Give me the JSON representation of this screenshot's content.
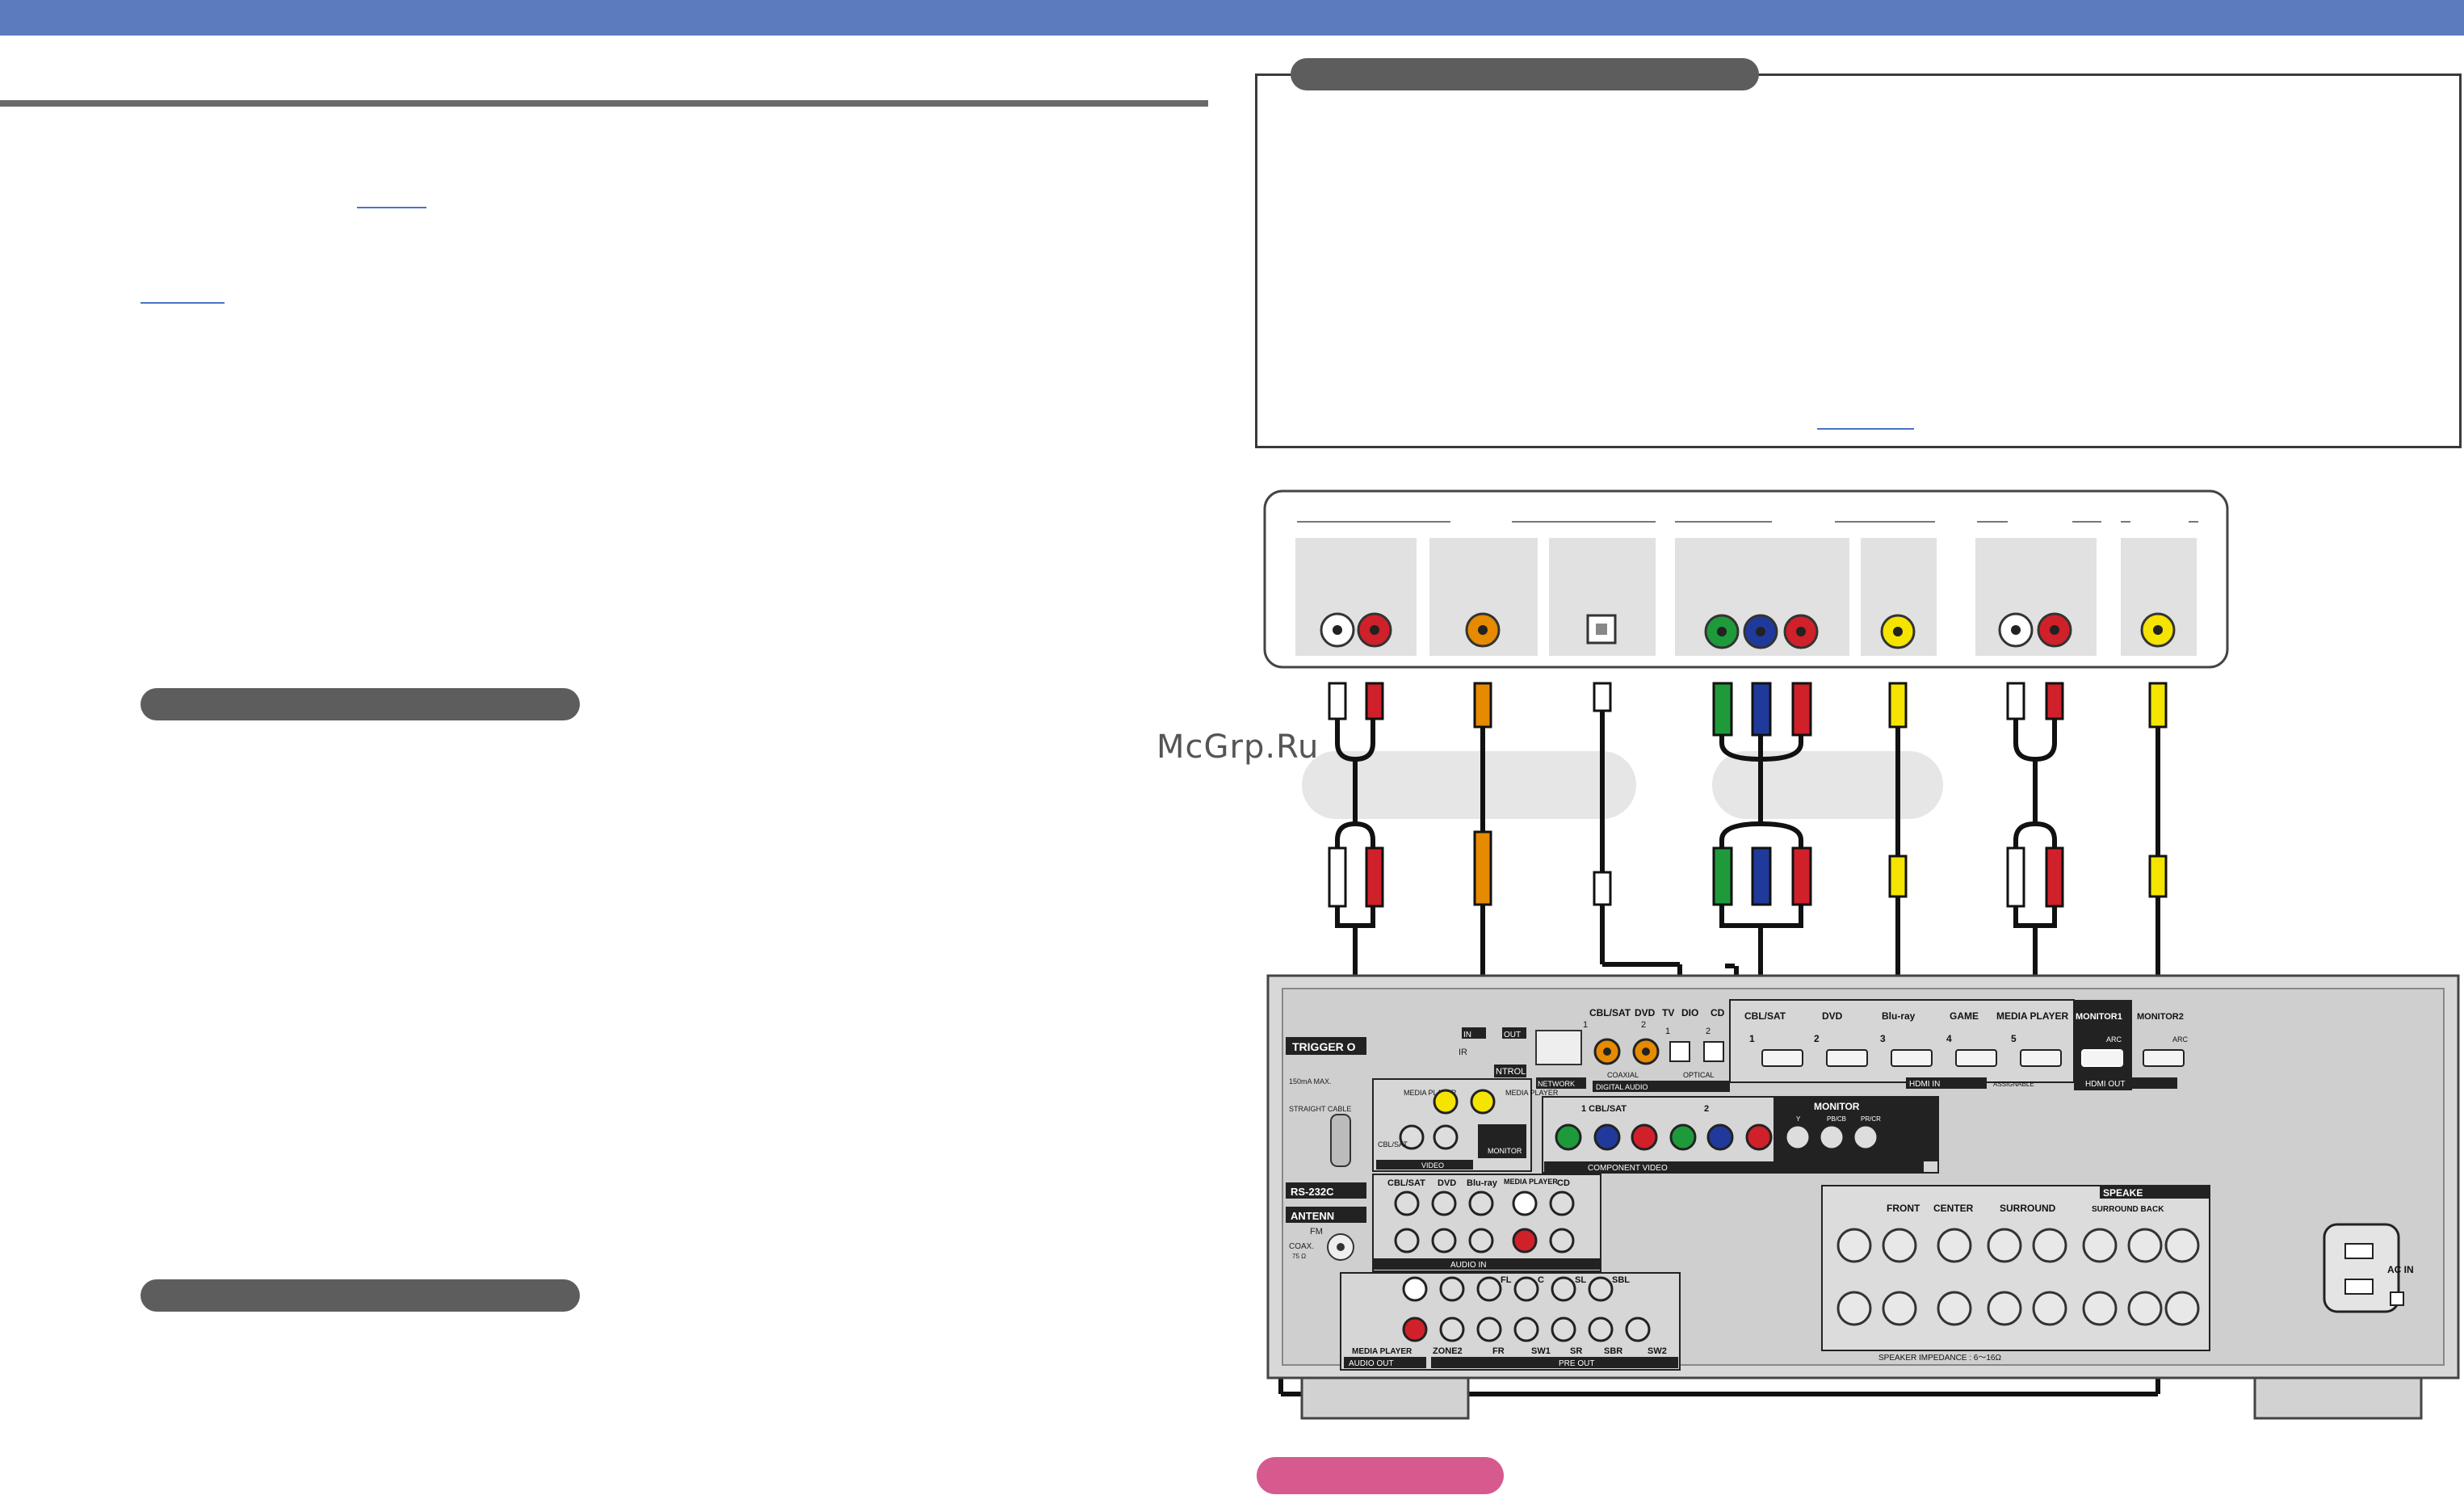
{
  "watermark": "McGrp.Ru",
  "receiver_labels": {
    "trigger": "TRIGGER O",
    "trigger_spec": "150mA MAX.",
    "straight_cable": "STRAIGHT CABLE",
    "rs232": "RS-232C",
    "antenna": "ANTENN",
    "fm": "FM",
    "coax": "COAX.",
    "ohm": "75 Ω",
    "in": "IN",
    "out": "OUT",
    "ir": "IR",
    "control": "NTROL",
    "network": "NETWORK",
    "coaxial_in": "CBL/SAT",
    "coaxial_1": "1",
    "dvd": "DVD",
    "dvd_2": "2",
    "coaxial": "COAXIAL",
    "tv": "TV",
    "dio": "DIO",
    "cd": "CD",
    "optical_1": "1",
    "optical_2": "2",
    "optical": "OPTICAL",
    "digital_audio": "DIGITAL AUDIO",
    "hdmi_cbl": "CBL/SAT",
    "hdmi_dvd": "DVD",
    "hdmi_bluray": "Blu-ray",
    "hdmi_game": "GAME",
    "hdmi_mp": "MEDIA PLAYER",
    "hdmi_n1": "1",
    "hdmi_n2": "2",
    "hdmi_n3": "3",
    "hdmi_n4": "4",
    "hdmi_n5": "5",
    "hdmi_in": "HDMI IN",
    "assignable": "ASSIGNABLE",
    "monitor1": "MONITOR1",
    "monitor2": "MONITOR2",
    "arc": "ARC",
    "hdmi_out": "HDMI OUT",
    "media_player": "MEDIA PLAYER",
    "monitor": "MONITOR",
    "video": "VIDEO",
    "cbl_sat": "CBL/SAT",
    "comp_1": "1 CBL/SAT",
    "comp_2": "2",
    "comp_monitor": "MONITOR",
    "comp_y": "Y",
    "comp_pb": "PB/CB",
    "comp_pr": "PR/CR",
    "component_video": "COMPONENT VIDEO",
    "audio_cbl": "CBL/SAT",
    "audio_dvd": "DVD",
    "audio_bluray": "Blu-ray",
    "audio_mp": "MEDIA PLAYER",
    "audio_cd": "CD",
    "audio_in": "AUDIO IN",
    "preout_fl": "FL",
    "preout_c": "C",
    "preout_sl": "SL",
    "preout_sbl": "SBL",
    "preout_zone2": "ZONE2",
    "preout_fr": "FR",
    "preout_sw1": "SW1",
    "preout_sr": "SR",
    "preout_sbr": "SBR",
    "preout_sw2": "SW2",
    "pre_out": "PRE OUT",
    "audio_out": "AUDIO OUT",
    "speakers": "SPEAKE",
    "front": "FRONT",
    "center": "CENTER",
    "surround": "SURROUND",
    "surround_back": "SURROUND BACK",
    "speaker_impedance": "SPEAKER IMPEDANCE : 6～16Ω",
    "ac_in": "AC IN"
  },
  "colors": {
    "top_bar": "#5b7bbe",
    "pill_gray": "#5d5d5d",
    "pink": "#d65a8e",
    "rca_white": "#ffffff",
    "rca_red": "#d0202a",
    "rca_orange": "#e68a00",
    "rca_yellow": "#f4e400",
    "rca_green": "#1e9a3a",
    "rca_blue": "#1f3a9a",
    "link_blue": "#4a73c6"
  }
}
